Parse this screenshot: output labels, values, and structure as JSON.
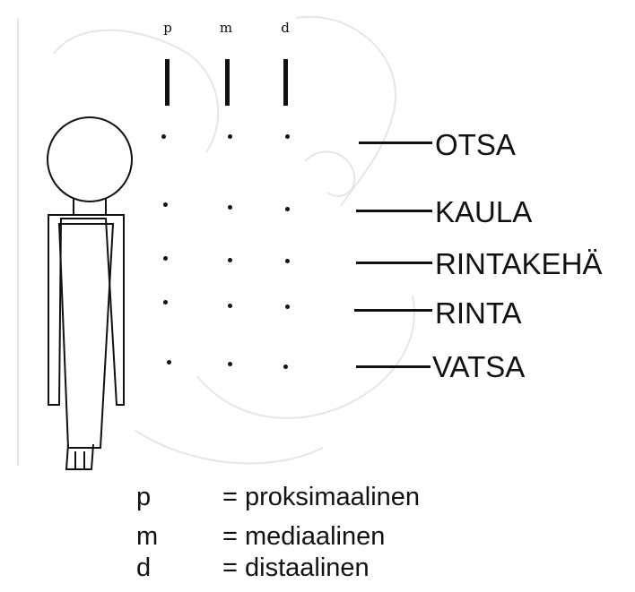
{
  "columns": [
    {
      "symbol": "p"
    },
    {
      "symbol": "m"
    },
    {
      "symbol": "d"
    }
  ],
  "sites": [
    "OTSA",
    "KAULA",
    "RINTAKEHÄ",
    "RINTA",
    "VATSA"
  ],
  "legend": [
    {
      "symbol": "p",
      "definition": "= proksimaalinen"
    },
    {
      "symbol": "m",
      "definition": "= mediaalinen"
    },
    {
      "symbol": "d",
      "definition": "= distaalinen"
    }
  ],
  "colors": {
    "ink": "#111111",
    "background": "#ffffff",
    "faint_sketch": "#e6e6e6"
  }
}
